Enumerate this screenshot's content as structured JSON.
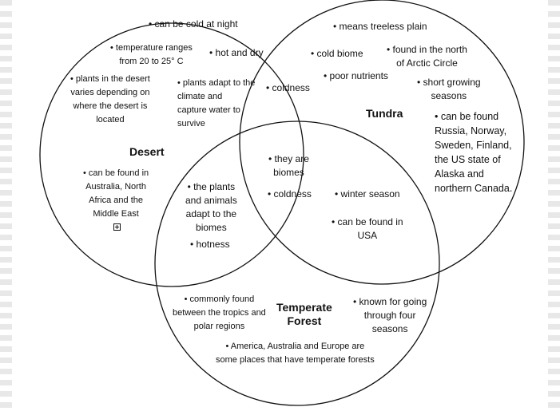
{
  "sets": {
    "desert": {
      "title": "Desert"
    },
    "tundra": {
      "title": "Tundra"
    },
    "forest": {
      "title": "Temperate\nForest"
    }
  },
  "desert_only": [
    "• can be cold at night",
    "• temperature ranges\nfrom 20 to 25° C",
    "• hot and dry",
    "• plants in the desert\nvaries depending on\nwhere the desert is\nlocated",
    "• plants adapt to the\nclimate and\ncapture water to\nsurvive",
    "• can be found in\nAustralia, North\nAfrica and the\nMiddle East"
  ],
  "tundra_only": [
    "• means treeless plain",
    "• cold biome",
    "• found in the north\nof Arctic Circle",
    "• poor nutrients",
    "• short growing\nseasons",
    "• can be found\nRussia, Norway,\nSweden, Finland,\nthe US state of\nAlaska and\nnorthern Canada."
  ],
  "forest_only": [
    "• commonly found\nbetween the tropics and\npolar regions",
    "• known for going\nthrough four\nseasons",
    "• America, Australia and Europe are\nsome places that have temperate forests"
  ],
  "desert_tundra": [
    "• coldness"
  ],
  "desert_forest": [
    "• the plants\nand animals\nadapt to the\nbiomes",
    "• hotness"
  ],
  "tundra_forest": [
    "• winter season",
    "• can be found in\nUSA"
  ],
  "all_three": [
    "• they are\nbiomes",
    "• coldness"
  ],
  "icons": {
    "expand": "plus-box-icon"
  },
  "colors": {
    "line": "#111111",
    "background": "#ffffff"
  }
}
